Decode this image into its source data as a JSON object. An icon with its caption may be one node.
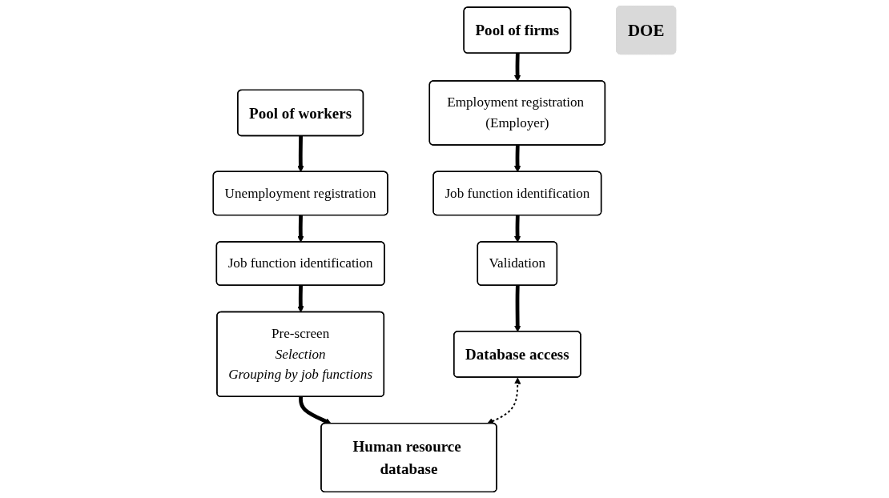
{
  "diagram": {
    "nodes": [
      {
        "text": [
          "Pool of firms"
        ]
      },
      {
        "text": [
          "Employment registration (Employer)"
        ]
      },
      {
        "text": [
          "Job function identification"
        ]
      },
      {
        "text": [
          "Validation"
        ]
      },
      {
        "text": [
          "Database access"
        ]
      },
      {
        "text": [
          "Pool of workers"
        ]
      },
      {
        "text": [
          "Unemployment registration"
        ]
      },
      {
        "text": [
          "Job function identification"
        ]
      },
      {
        "text": [
          "Pre-screen",
          "Selection",
          "Grouping by job functions"
        ]
      },
      {
        "text": [
          "Human resource database"
        ]
      },
      {
        "text": [
          "DOE"
        ]
      }
    ],
    "edges": [
      {
        "from": 0,
        "to": 1,
        "arrow": "to"
      },
      {
        "from": 1,
        "to": 2,
        "arrow": "to"
      },
      {
        "from": 2,
        "to": 3,
        "arrow": "to"
      },
      {
        "from": 3,
        "to": 4,
        "arrow": "to"
      },
      {
        "from": 5,
        "to": 6,
        "arrow": "to"
      },
      {
        "from": 6,
        "to": 7,
        "arrow": "to"
      },
      {
        "from": 7,
        "to": 8,
        "arrow": "to"
      },
      {
        "from": 8,
        "to": 9,
        "arrow": "to"
      },
      {
        "from": 4,
        "to": 9,
        "arrow": "both",
        "style": "dashed"
      }
    ]
  }
}
